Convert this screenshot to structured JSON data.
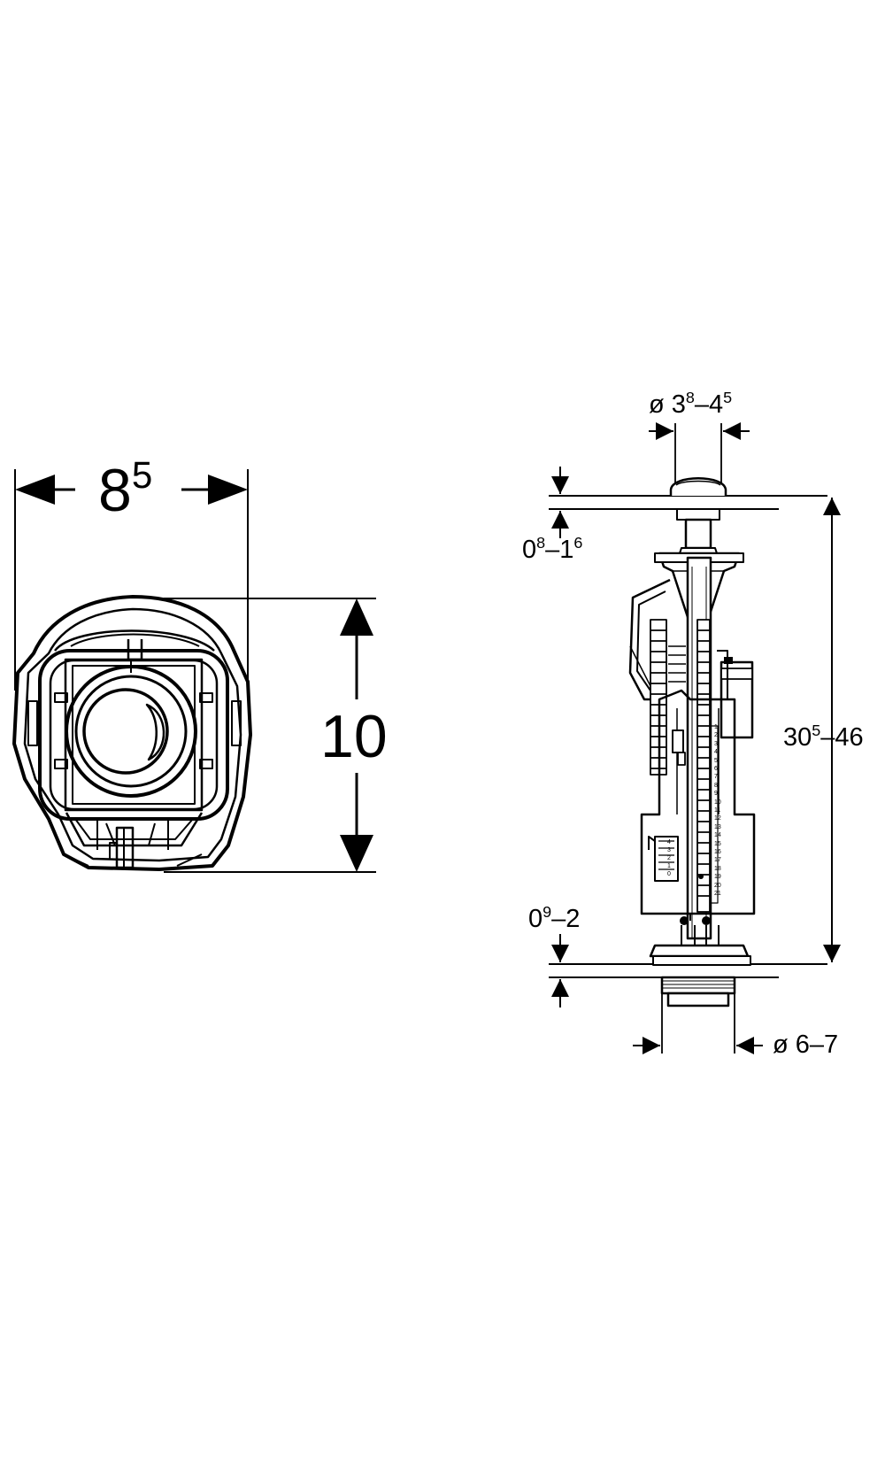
{
  "front_view": {
    "width": {
      "main": "8",
      "sup": "5"
    },
    "height": {
      "main": "10"
    }
  },
  "side_view": {
    "button_diameter": {
      "prefix": "ø 3",
      "sup1": "8",
      "mid": "–4",
      "sup2": "5"
    },
    "top_plate_thickness": {
      "a": "0",
      "sup1": "8",
      "mid": "–1",
      "sup2": "6"
    },
    "overall_height": {
      "a": "30",
      "sup1": "5",
      "rest": "–46"
    },
    "bottom_plate_thickness": {
      "a": "0",
      "sup1": "9",
      "rest": "–2"
    },
    "outlet_diameter": {
      "text": "ø 6–7"
    }
  },
  "scale_right": [
    "1",
    "2",
    "3",
    "4",
    "5",
    "6",
    "7",
    "8",
    "9",
    "10",
    "11",
    "12",
    "13",
    "14",
    "15",
    "16",
    "17",
    "18",
    "19",
    "20",
    "21"
  ],
  "scale_left": [
    "4",
    "3",
    "2",
    "1",
    "0"
  ]
}
